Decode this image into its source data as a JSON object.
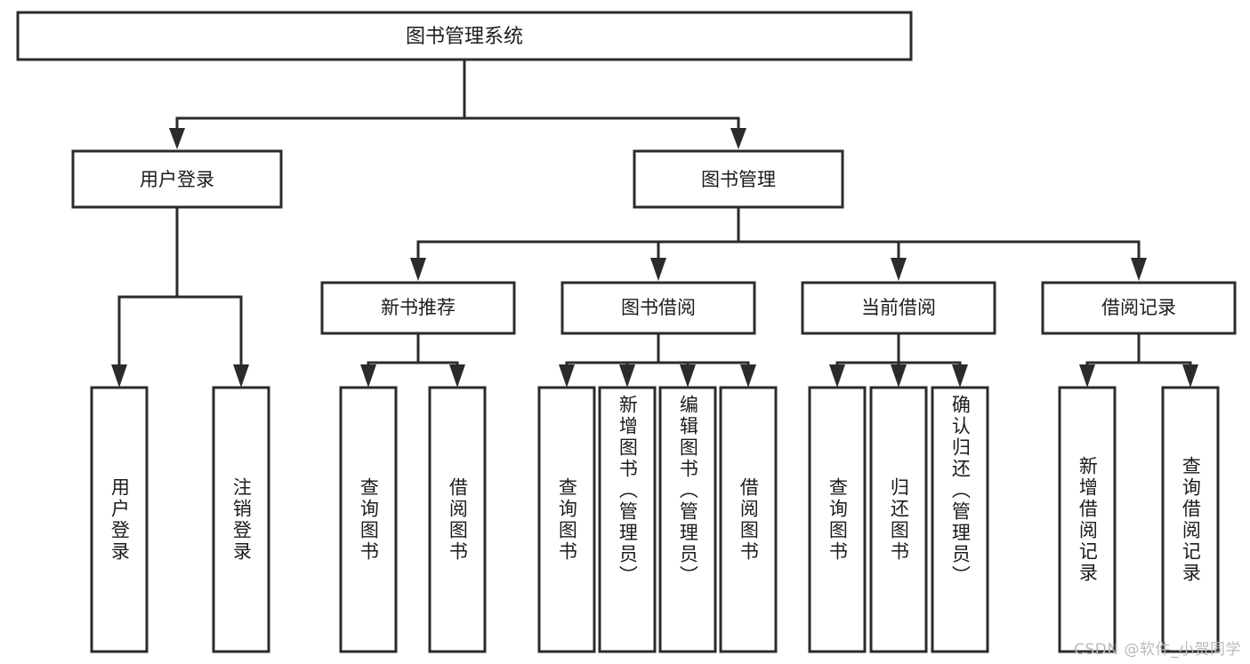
{
  "diagram": {
    "type": "hierarchy-tree",
    "title": "图书管理系统",
    "watermark": "CSDN @软件_小贺同学",
    "root": {
      "label": "图书管理系统",
      "level": 1
    },
    "level2": [
      {
        "label": "用户登录"
      },
      {
        "label": "图书管理"
      }
    ],
    "level3": [
      {
        "label": "新书推荐"
      },
      {
        "label": "图书借阅"
      },
      {
        "label": "当前借阅"
      },
      {
        "label": "借阅记录"
      }
    ],
    "leaves": {
      "user_login": [
        {
          "label": "用户登录"
        },
        {
          "label": "注销登录"
        }
      ],
      "new_book": [
        {
          "label": "查询图书"
        },
        {
          "label": "借阅图书"
        }
      ],
      "book_borrow": [
        {
          "label": "查询图书"
        },
        {
          "label": "新增图书（管理员）"
        },
        {
          "label": "编辑图书（管理员）"
        },
        {
          "label": "借阅图书"
        }
      ],
      "current_borrow": [
        {
          "label": "查询图书"
        },
        {
          "label": "归还图书"
        },
        {
          "label": "确认归还（管理员）"
        }
      ],
      "borrow_record": [
        {
          "label": "新增借阅记录"
        },
        {
          "label": "查询借阅记录"
        }
      ]
    },
    "colors": {
      "stroke": "#2b2b2b",
      "fill": "#ffffff",
      "text": "#1c1c1c",
      "watermark": "#b9b9b9"
    }
  }
}
